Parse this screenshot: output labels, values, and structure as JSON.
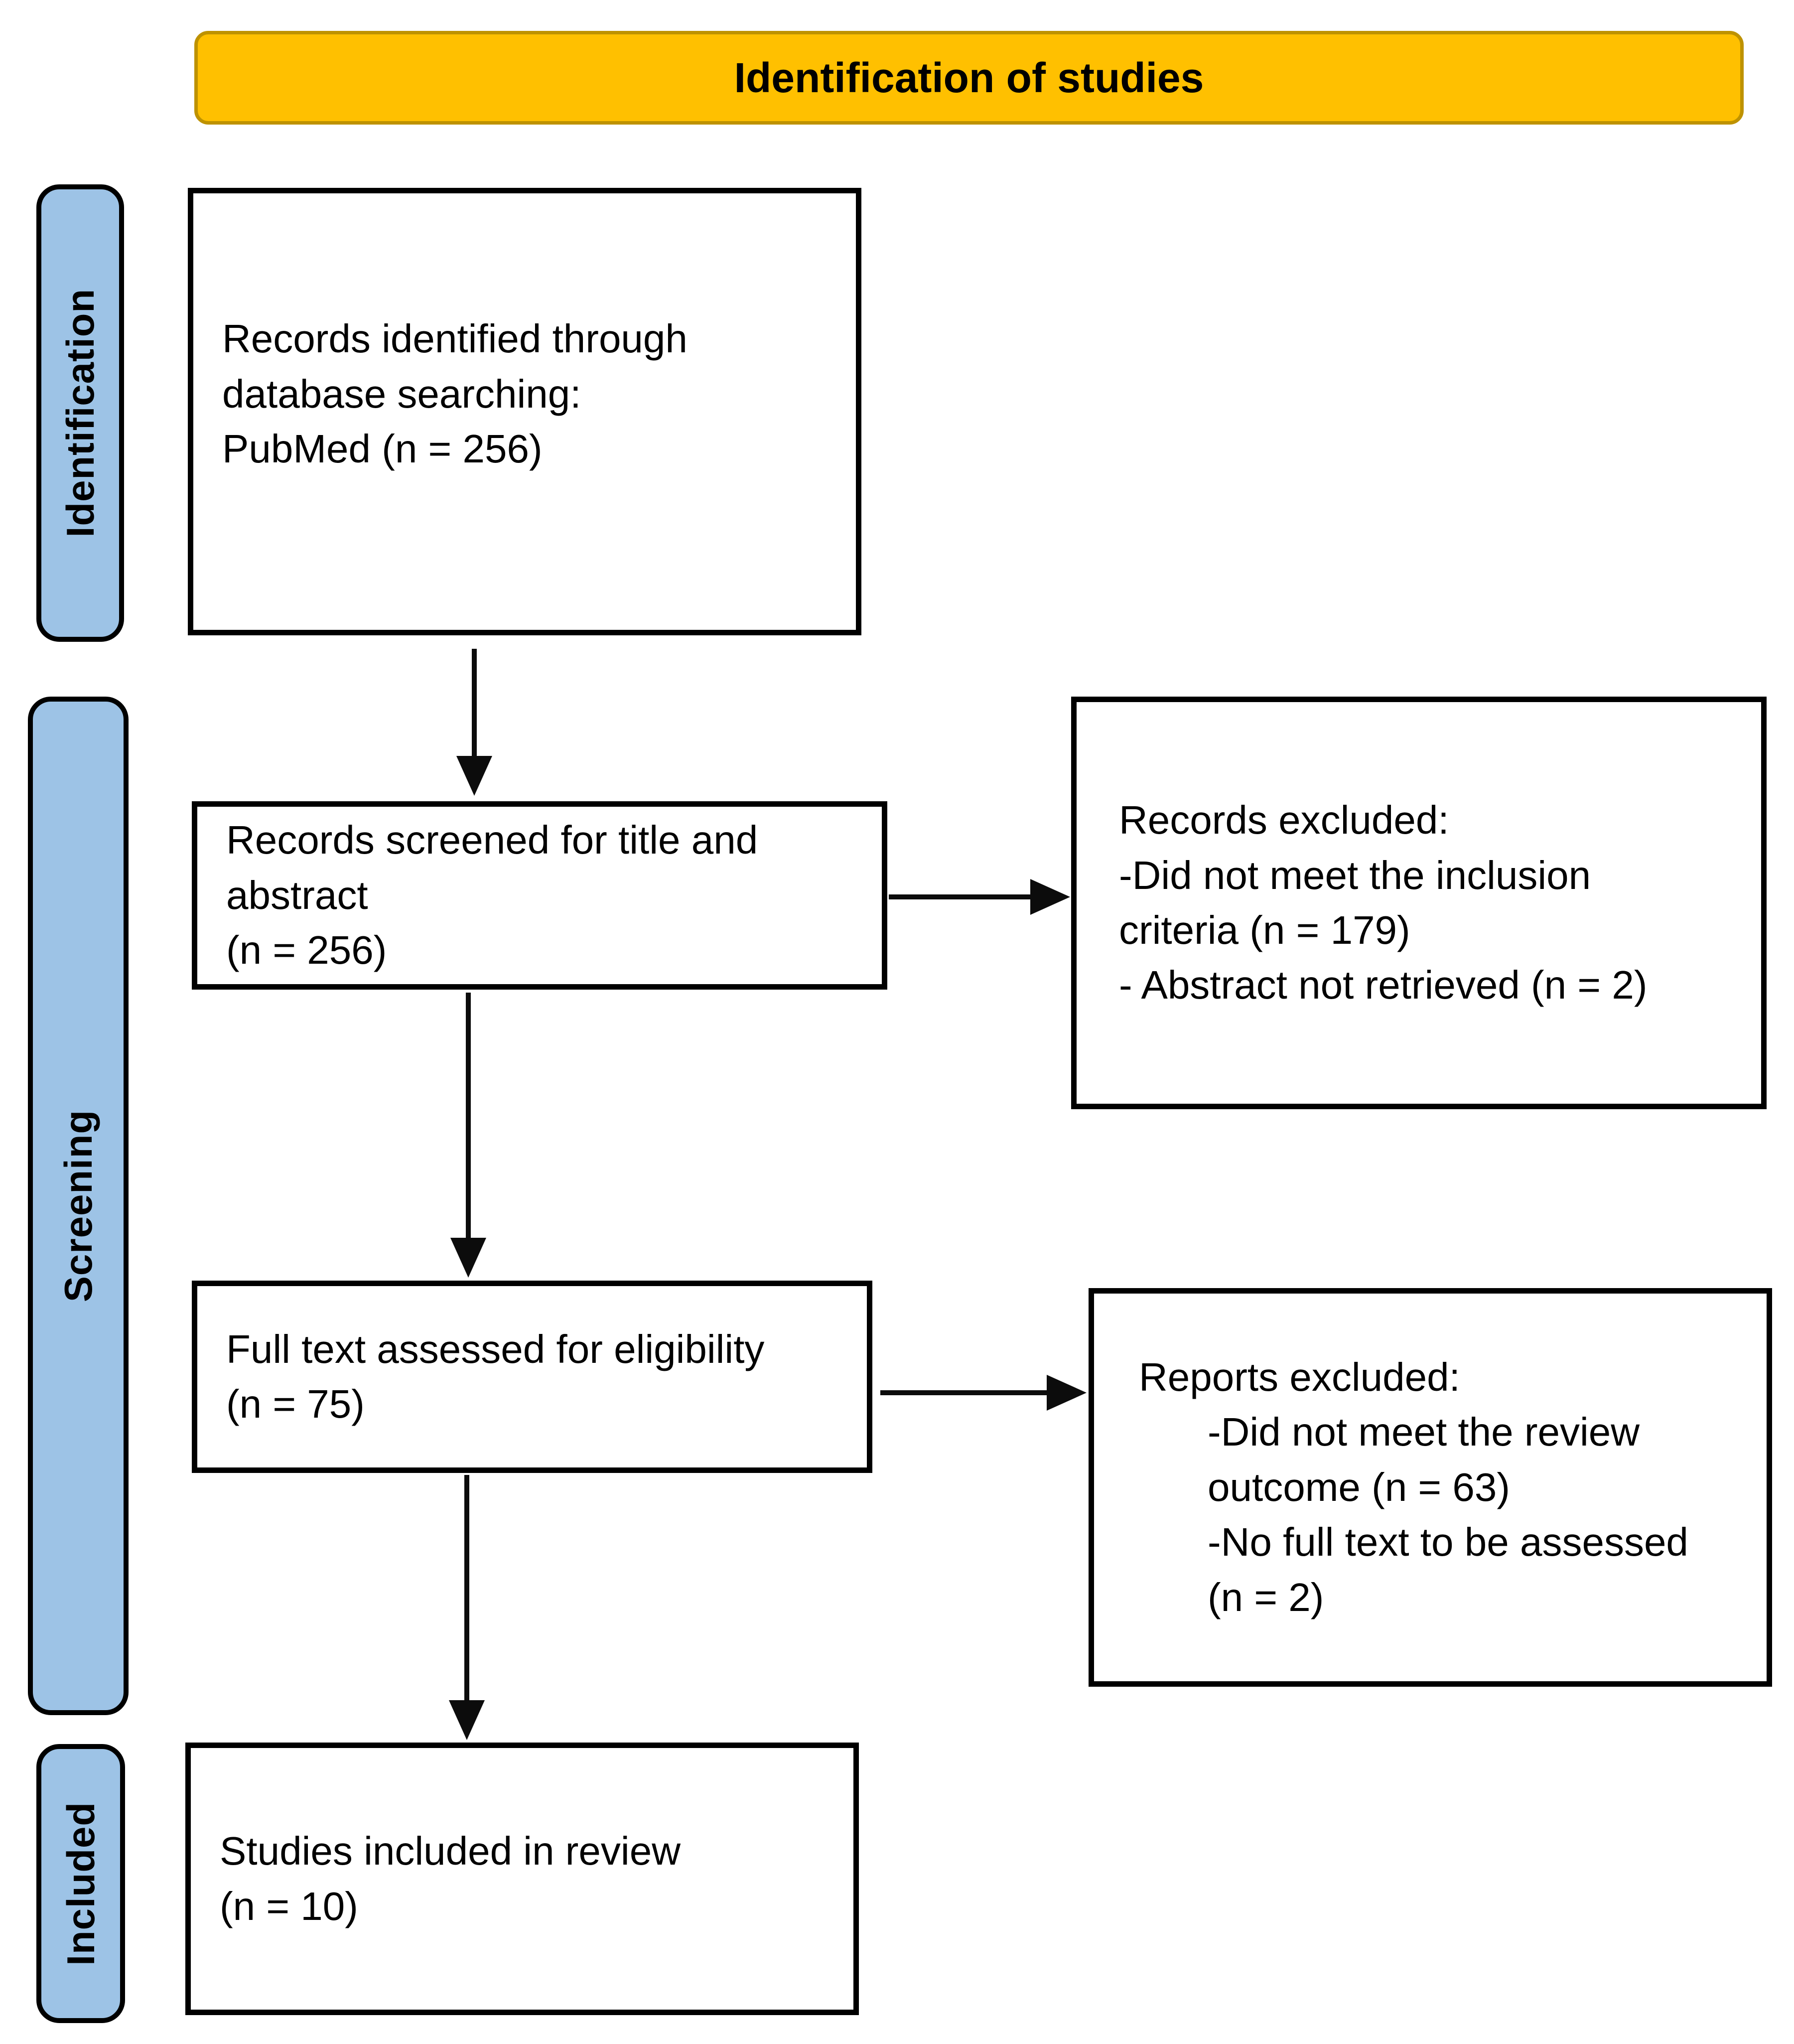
{
  "header": {
    "title": "Identification of studies"
  },
  "sidebars": {
    "identification": {
      "label": "Identification"
    },
    "screening": {
      "label": "Screening"
    },
    "included": {
      "label": "Included"
    }
  },
  "flow_boxes": {
    "records_identified": {
      "text": "Records identified through\ndatabase searching:\nPubMed (n = 256)"
    },
    "records_screened": {
      "text": "Records screened for title and\nabstract\n(n = 256)"
    },
    "records_excluded": {
      "text": "Records excluded:\n-Did not meet the inclusion\ncriteria (n = 179)\n- Abstract not retrieved (n = 2)"
    },
    "full_text_assessed": {
      "text": "Full text assessed for eligibility\n(n = 75)"
    },
    "reports_excluded": {
      "title": "Reports excluded:",
      "details": "-Did not meet the review\noutcome (n = 63)\n-No full text to be assessed\n(n = 2)"
    },
    "studies_included": {
      "text": "Studies included in review\n(n = 10)"
    }
  },
  "counts": {
    "records_identified": 256,
    "records_screened": 256,
    "excluded_did_not_meet_inclusion_criteria": 179,
    "excluded_abstract_not_retrieved": 2,
    "full_text_assessed": 75,
    "excluded_did_not_meet_review_outcome": 63,
    "excluded_no_full_text": 2,
    "studies_included": 10
  },
  "colors": {
    "header_bg": "#FFC000",
    "header_border": "#BE9200",
    "sidebar_bg": "#9DC3E6",
    "box_border": "#000000",
    "arrow": "#0C0C0C",
    "text": "#000000"
  }
}
